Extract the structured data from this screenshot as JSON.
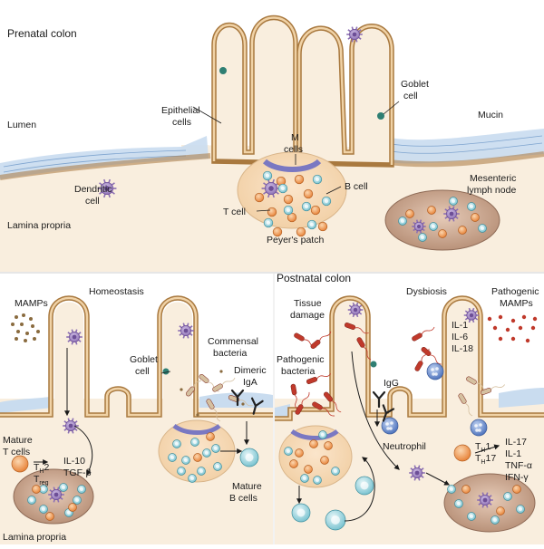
{
  "panels": {
    "prenatal": {
      "title": "Prenatal colon",
      "lumen": "Lumen",
      "lamina_propria": "Lamina propria",
      "epithelial_cells": [
        "Epithelial",
        "cells"
      ],
      "goblet_cell": [
        "Goblet",
        "cell"
      ],
      "mucin": "Mucin",
      "m_cells": [
        "M",
        "cells"
      ],
      "dendritic_cell": [
        "Dendritic",
        "cell"
      ],
      "b_cell": "B cell",
      "t_cell": "T cell",
      "peyers_patch": "Peyer's patch",
      "mesenteric_lymph_node": [
        "Mesenteric",
        "lymph node"
      ]
    },
    "postnatal": {
      "title": "Postnatal colon",
      "lamina_propria": "Lamina propria",
      "homeostasis": {
        "title": "Homeostasis",
        "mamps": "MAMPs",
        "goblet_cell": [
          "Goblet",
          "cell"
        ],
        "commensal_bacteria": [
          "Commensal",
          "bacteria"
        ],
        "dimeric_iga": [
          "Dimeric",
          "IgA"
        ],
        "mature_t_cells": [
          "Mature",
          "T cells"
        ],
        "th2": "T",
        "th2_sub": "H",
        "th2_suffix": "2",
        "treg": "T",
        "treg_sub": "reg",
        "cytokines": [
          "IL-10",
          "TGF-β"
        ],
        "mature_b_cells": [
          "Mature",
          "B cells"
        ]
      },
      "dysbiosis": {
        "title": "Dysbiosis",
        "tissue_damage": [
          "Tissue",
          "damage"
        ],
        "pathogenic_bacteria": [
          "Pathogenic",
          "bacteria"
        ],
        "pathogenic_mamps": [
          "Pathogenic",
          "MAMPs"
        ],
        "igg": "IgG",
        "neutrophil": "Neutrophil",
        "epithelial_cytokines": [
          "IL-1",
          "IL-6",
          "IL-18"
        ],
        "th1": "T",
        "th1_sub": "H",
        "th1_suffix": "1",
        "th17": "T",
        "th17_sub": "H",
        "th17_suffix": "17",
        "t_cytokines": [
          "IL-17",
          "IL-1",
          "TNF-α",
          "IFN-γ"
        ]
      }
    }
  },
  "colors": {
    "lamina_propria": "#f9eede",
    "epithelium": "#f0d2a6",
    "epithelium_outline": "#a9793f",
    "mucus": "#c9dcef",
    "dendritic_cell": "#a68cc4",
    "t_cell": "#f2a05a",
    "b_cell": "#a9dce5",
    "lymph_node": "#c49e86",
    "pathogen": "#c0392b",
    "commensal": "#d5c0a0",
    "goblet": "#2f7f73",
    "neutrophil": "#6b8fd2",
    "antibody": "#222222"
  }
}
